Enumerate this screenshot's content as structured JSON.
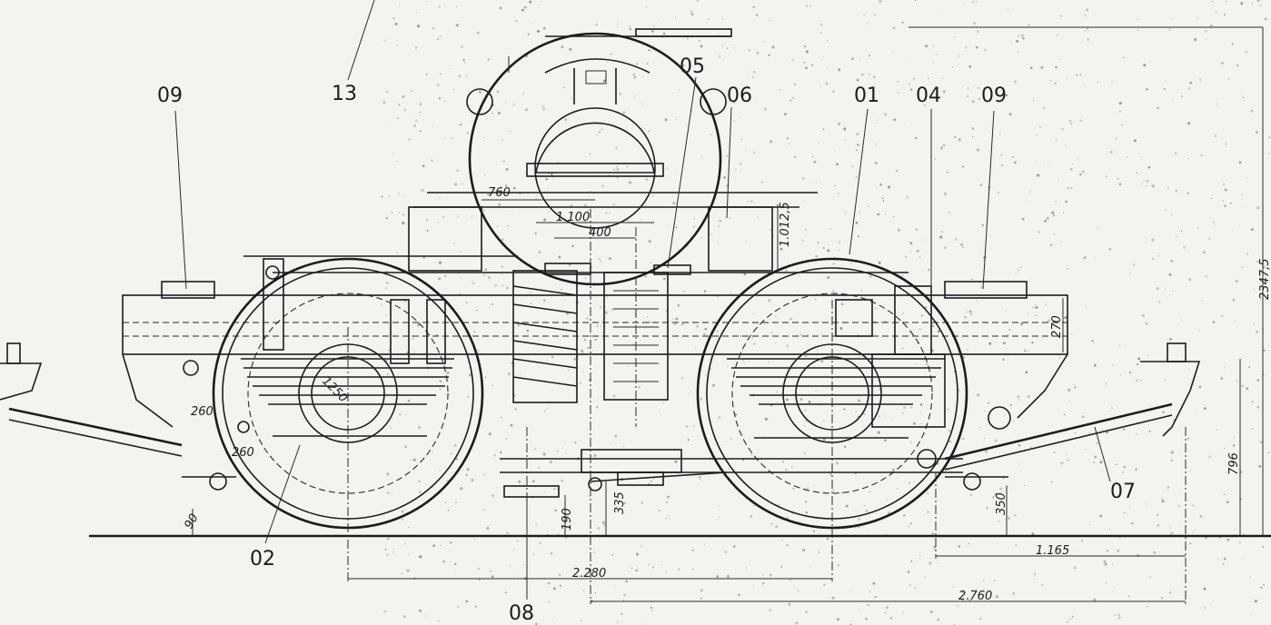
{
  "drawing": {
    "callouts": {
      "c13": "13",
      "c09_left": "09",
      "c09_right": "09",
      "c05": "05",
      "c06": "06",
      "c01": "01",
      "c04": "04",
      "c02": "02",
      "c07": "07",
      "c08": "08"
    },
    "dimensions": {
      "d760": "760",
      "d1100": "1.100",
      "d400": "400",
      "d10125": "1.012,5",
      "d2347": "2347,5",
      "d270": "270",
      "d1250": "1250",
      "d260a": "260",
      "d260b": "260",
      "d90": "90",
      "d190": "190",
      "d335": "335",
      "d350": "350",
      "d796": "796",
      "d1165": "1.165",
      "d2280": "2.280",
      "d2760": "2.760"
    }
  }
}
